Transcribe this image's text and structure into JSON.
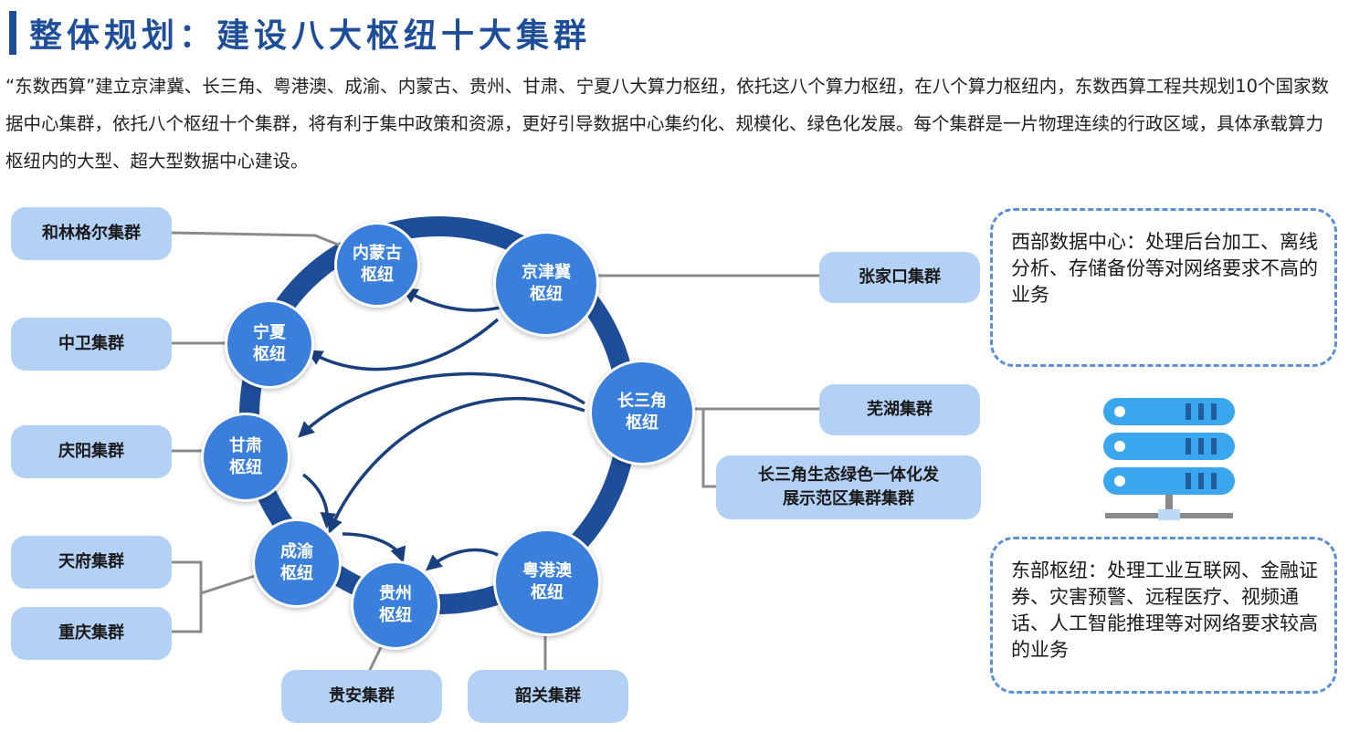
{
  "header": {
    "title": "整体规划：建设八大枢纽十大集群",
    "intro": "“东数西算”建立京津冀、长三角、粤港澳、成渝、内蒙古、贵州、甘肃、宁夏八大算力枢纽，依托这八个算力枢纽，在八个算力枢纽内，东数西算工程共规划10个国家数据中心集群，依托八个枢纽十个集群，将有利于集中政策和资源，更好引导数据中心集约化、规模化、绿色化发展。每个集群是一片物理连续的行政区域，具体承载算力枢纽内的大型、超大型数据中心建设。"
  },
  "hubs": {
    "neimenggu": "内蒙古\n枢纽",
    "jingjinji": "京津冀\n枢纽",
    "ningxia": "宁夏\n枢纽",
    "changsanjiao": "长三角\n枢纽",
    "gansu": "甘肃\n枢纽",
    "chengyu": "成渝\n枢纽",
    "guizhou": "贵州\n枢纽",
    "yuegangao": "粤港澳\n枢纽"
  },
  "clusters": {
    "helingeer": "和林格尔集群",
    "zhongwei": "中卫集群",
    "qingyang": "庆阳集群",
    "tianfu": "天府集群",
    "chongqing": "重庆集群",
    "guian": "贵安集群",
    "shaoguan": "韶关集群",
    "zhangjiakou": "张家口集群",
    "wuhu": "芜湖集群",
    "changsanjiao_demo": "长三角生态绿色一体化发\n展示范区集群集群"
  },
  "notes": {
    "west": "西部数据中心：处理后台加工、离线分析、存储备份等对网络要求不高的业务",
    "east": "东部枢纽：处理工业互联网、金融证券、灾害预警、远程医疗、视频通话、人工智能推理等对网络要求较高的业务"
  },
  "icons": {
    "server": "server-rack-icon"
  },
  "colors": {
    "ring": "#1e4e9a",
    "hub": "#3b7fdc",
    "cluster": "#b3d0f5",
    "arrow": "#1a3f7e",
    "dashed_border": "#5b8fd8"
  }
}
